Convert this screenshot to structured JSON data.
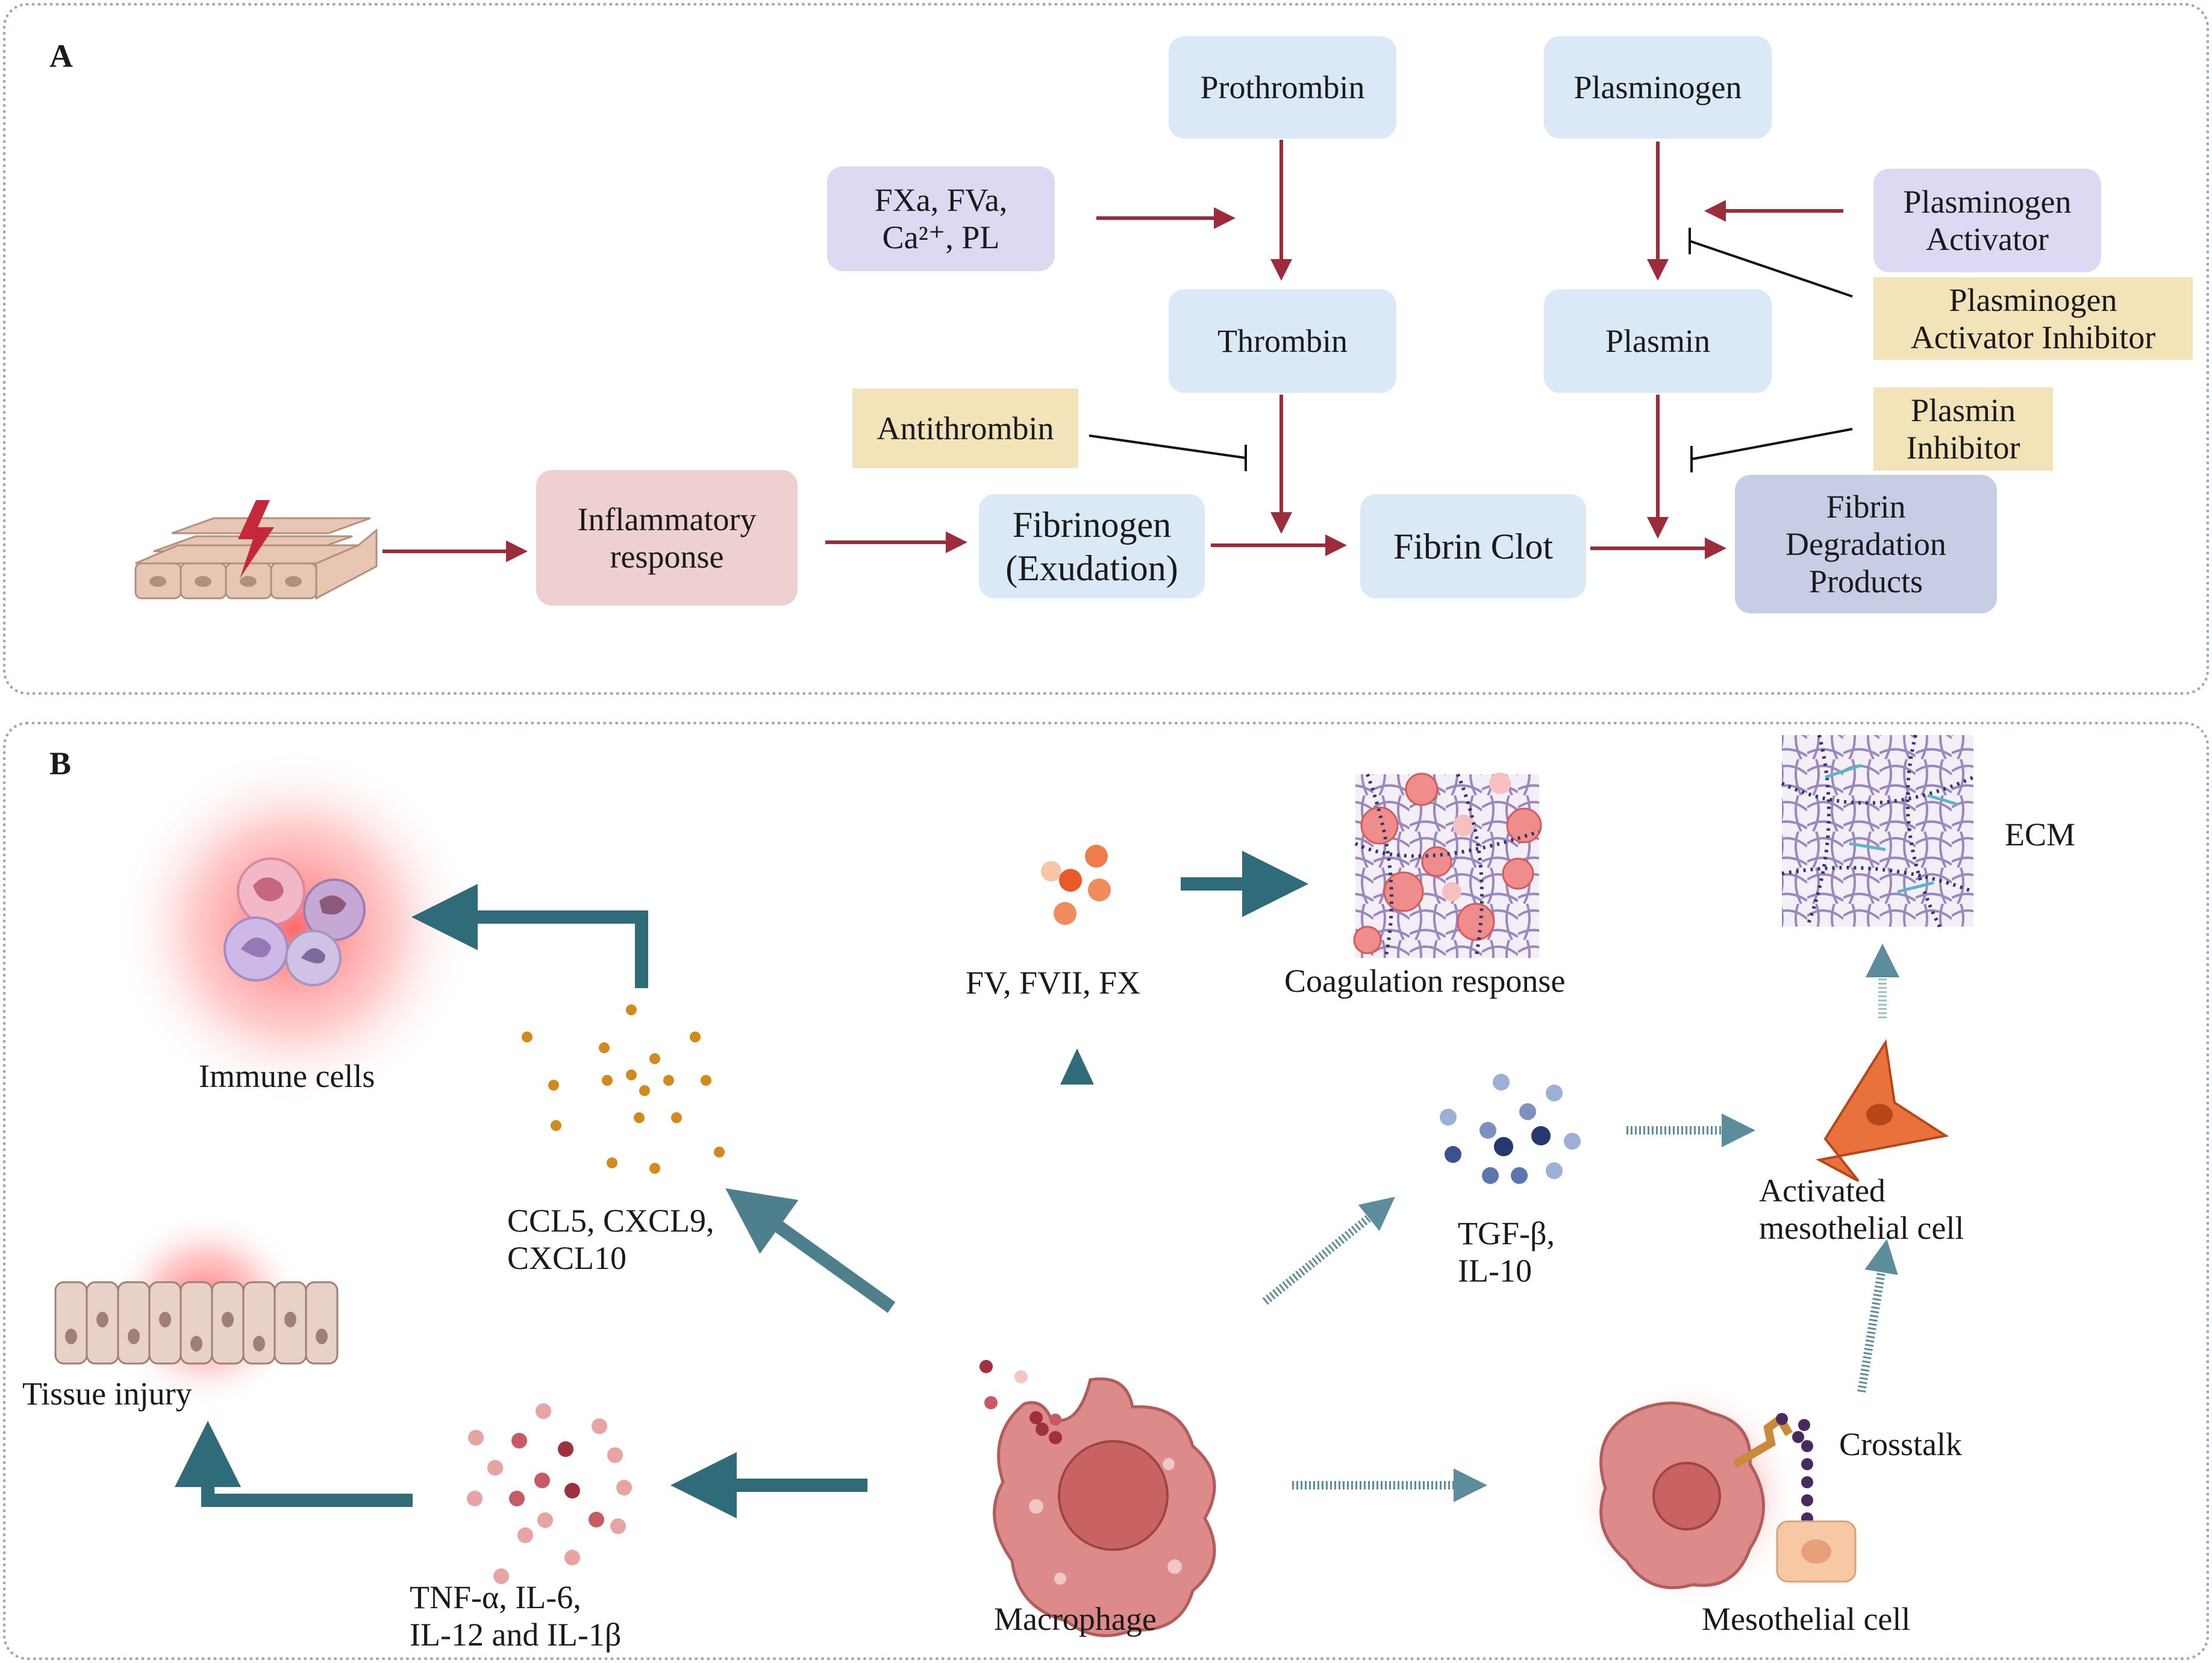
{
  "panel_a": {
    "label": "A",
    "nodes": {
      "prothrombin": "Prothrombin",
      "plasminogen": "Plasminogen",
      "fxa": "FXa, FVa,\nCa²⁺, PL",
      "plasminogen_activator": "Plasminogen\nActivator",
      "pai": "Plasminogen\nActivator Inhibitor",
      "thrombin": "Thrombin",
      "plasmin": "Plasmin",
      "antithrombin": "Antithrombin",
      "plasmin_inhibitor": "Plasmin\nInhibitor",
      "inflammatory": "Inflammatory\nresponse",
      "fibrinogen": "Fibrinogen\n(Exudation)",
      "fibrin_clot": "Fibrin Clot",
      "fdp": "Fibrin\nDegradation\nProducts"
    }
  },
  "panel_b": {
    "label": "B",
    "labels": {
      "immune_cells": "Immune cells",
      "chemokines": "CCL5, CXCL9,\nCXCL10",
      "factors": "FV, FVII, FX",
      "coagulation": "Coagulation response",
      "ecm": "ECM",
      "tgf": "TGF-β,\nIL-10",
      "activated_meso": "Activated\nmesothelial cell",
      "tissue_injury": "Tissue injury",
      "cytokines": "TNF-α, IL-6,\nIL-12 and IL-1β",
      "macrophage": "Macrophage",
      "crosstalk": "Crosstalk",
      "mesothelial": "Mesothelial cell"
    }
  },
  "colors": {
    "red_arrow": "#9b2c3a",
    "teal_arrow": "#2f6b78",
    "box_blue": "#dbe9f6",
    "box_purple": "#dcd9f2",
    "box_beige": "#f2e3b8",
    "box_pink": "#efd0d0",
    "box_slate": "#c8cde6"
  }
}
